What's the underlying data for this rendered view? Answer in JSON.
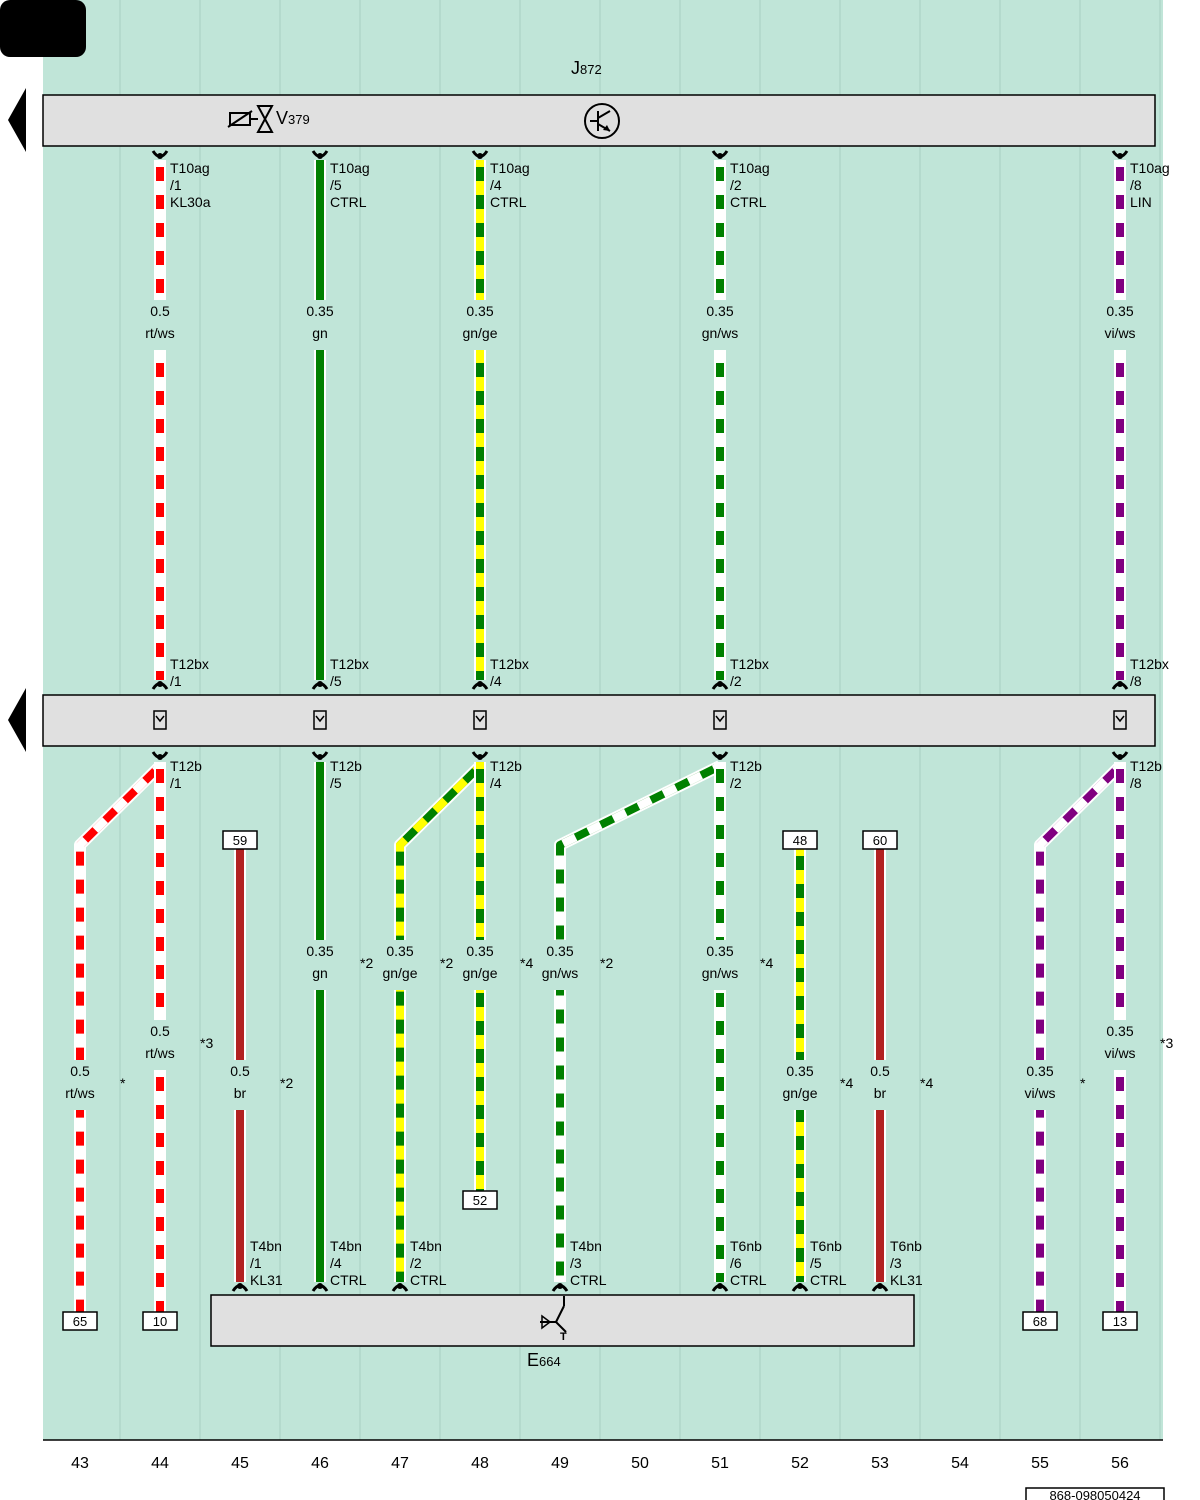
{
  "page_tab": "",
  "colors": {
    "background": "#c0e5d8",
    "component": "#e0e0e0",
    "rt": "#ff0000",
    "gn": "#008000",
    "ge": "#ffff00",
    "vi": "#800080",
    "br": "#b22222",
    "ws": "#ffffff"
  },
  "components": {
    "j872": {
      "letter": "J",
      "sub": "872"
    },
    "v379": {
      "letter": "V",
      "sub": "379"
    },
    "e664": {
      "letter": "E",
      "sub": "664"
    }
  },
  "icons": [
    "valve-icon",
    "transistor-icon",
    "connector-icon",
    "switch-icon",
    "arrow-left-icon"
  ],
  "wires": [
    {
      "id": "w44-top",
      "col": 44,
      "colors": "rt/ws",
      "size": "0.5",
      "top": {
        "conn": "T10ag",
        "pin": "/1",
        "signal": "KL30a"
      },
      "bottom": {
        "conn": "T12bx",
        "pin": "/1",
        "signal": ""
      }
    },
    {
      "id": "w46-top",
      "col": 46,
      "colors": "gn",
      "size": "0.35",
      "top": {
        "conn": "T10ag",
        "pin": "/5",
        "signal": "CTRL"
      },
      "bottom": {
        "conn": "T12bx",
        "pin": "/5",
        "signal": ""
      }
    },
    {
      "id": "w48-top",
      "col": 48,
      "colors": "gn/ge",
      "size": "0.35",
      "top": {
        "conn": "T10ag",
        "pin": "/4",
        "signal": "CTRL"
      },
      "bottom": {
        "conn": "T12bx",
        "pin": "/4",
        "signal": ""
      }
    },
    {
      "id": "w51-top",
      "col": 51,
      "colors": "gn/ws",
      "size": "0.35",
      "top": {
        "conn": "T10ag",
        "pin": "/2",
        "signal": "CTRL"
      },
      "bottom": {
        "conn": "T12bx",
        "pin": "/2",
        "signal": ""
      }
    },
    {
      "id": "w56-top",
      "col": 56,
      "colors": "vi/ws",
      "size": "0.35",
      "top": {
        "conn": "T10ag",
        "pin": "/8",
        "signal": "LIN"
      },
      "bottom": {
        "conn": "T12bx",
        "pin": "/8",
        "signal": ""
      }
    },
    {
      "id": "w43",
      "col": 43,
      "colors": "rt/ws",
      "size": "0.5",
      "note": "*",
      "branch_from": 44,
      "start_ref": "",
      "end_ref": "65",
      "top": {
        "conn": "",
        "pin": "",
        "signal": ""
      },
      "bottom": {
        "conn": "",
        "pin": "",
        "signal": ""
      }
    },
    {
      "id": "w44",
      "col": 44,
      "colors": "rt/ws",
      "size": "0.5",
      "note": "*3",
      "start_ref": "",
      "end_ref": "10",
      "top": {
        "conn": "T12b",
        "pin": "/1",
        "signal": ""
      },
      "bottom": {
        "conn": "",
        "pin": "",
        "signal": ""
      }
    },
    {
      "id": "w45",
      "col": 45,
      "colors": "br",
      "size": "0.5",
      "note": "*2",
      "start_ref": "59",
      "end_ref": "",
      "top": {
        "conn": "",
        "pin": "",
        "signal": ""
      },
      "bottom": {
        "conn": "T4bn",
        "pin": "/1",
        "signal": "KL31"
      }
    },
    {
      "id": "w46",
      "col": 46,
      "colors": "gn",
      "size": "0.35",
      "note": "*2",
      "start_ref": "",
      "end_ref": "",
      "top": {
        "conn": "T12b",
        "pin": "/5",
        "signal": ""
      },
      "bottom": {
        "conn": "T4bn",
        "pin": "/4",
        "signal": "CTRL"
      }
    },
    {
      "id": "w47",
      "col": 47,
      "colors": "gn/ge",
      "size": "0.35",
      "note": "*2",
      "branch_from": 48,
      "start_ref": "",
      "end_ref": "",
      "top": {
        "conn": "",
        "pin": "",
        "signal": ""
      },
      "bottom": {
        "conn": "T4bn",
        "pin": "/2",
        "signal": "CTRL"
      }
    },
    {
      "id": "w48",
      "col": 48,
      "colors": "gn/ge",
      "size": "0.35",
      "note": "*4",
      "start_ref": "",
      "end_ref": "52",
      "top": {
        "conn": "T12b",
        "pin": "/4",
        "signal": ""
      },
      "bottom": {
        "conn": "",
        "pin": "",
        "signal": ""
      }
    },
    {
      "id": "w49",
      "col": 49,
      "colors": "gn/ws",
      "size": "0.35",
      "note": "*2",
      "branch_from": 51,
      "start_ref": "",
      "end_ref": "",
      "top": {
        "conn": "",
        "pin": "",
        "signal": ""
      },
      "bottom": {
        "conn": "T4bn",
        "pin": "/3",
        "signal": "CTRL"
      }
    },
    {
      "id": "w51",
      "col": 51,
      "colors": "gn/ws",
      "size": "0.35",
      "note": "*4",
      "start_ref": "",
      "end_ref": "",
      "top": {
        "conn": "T12b",
        "pin": "/2",
        "signal": ""
      },
      "bottom": {
        "conn": "T6nb",
        "pin": "/6",
        "signal": "CTRL"
      }
    },
    {
      "id": "w52",
      "col": 52,
      "colors": "gn/ge",
      "size": "0.35",
      "note": "*4",
      "start_ref": "48",
      "end_ref": "",
      "top": {
        "conn": "",
        "pin": "",
        "signal": ""
      },
      "bottom": {
        "conn": "T6nb",
        "pin": "/5",
        "signal": "CTRL"
      }
    },
    {
      "id": "w53",
      "col": 53,
      "colors": "br",
      "size": "0.5",
      "note": "*4",
      "start_ref": "60",
      "end_ref": "",
      "top": {
        "conn": "",
        "pin": "",
        "signal": ""
      },
      "bottom": {
        "conn": "T6nb",
        "pin": "/3",
        "signal": "KL31"
      }
    },
    {
      "id": "w55",
      "col": 55,
      "colors": "vi/ws",
      "size": "0.35",
      "note": "*",
      "branch_from": 56,
      "start_ref": "",
      "end_ref": "68",
      "top": {
        "conn": "",
        "pin": "",
        "signal": ""
      },
      "bottom": {
        "conn": "",
        "pin": "",
        "signal": ""
      }
    },
    {
      "id": "w56",
      "col": 56,
      "colors": "vi/ws",
      "size": "0.35",
      "note": "*3",
      "start_ref": "",
      "end_ref": "13",
      "top": {
        "conn": "T12b",
        "pin": "/8",
        "signal": ""
      },
      "bottom": {
        "conn": "",
        "pin": "",
        "signal": ""
      }
    }
  ],
  "column_numbers": [
    "43",
    "44",
    "45",
    "46",
    "47",
    "48",
    "49",
    "50",
    "51",
    "52",
    "53",
    "54",
    "55",
    "56"
  ],
  "doc_number": "868-098050424"
}
